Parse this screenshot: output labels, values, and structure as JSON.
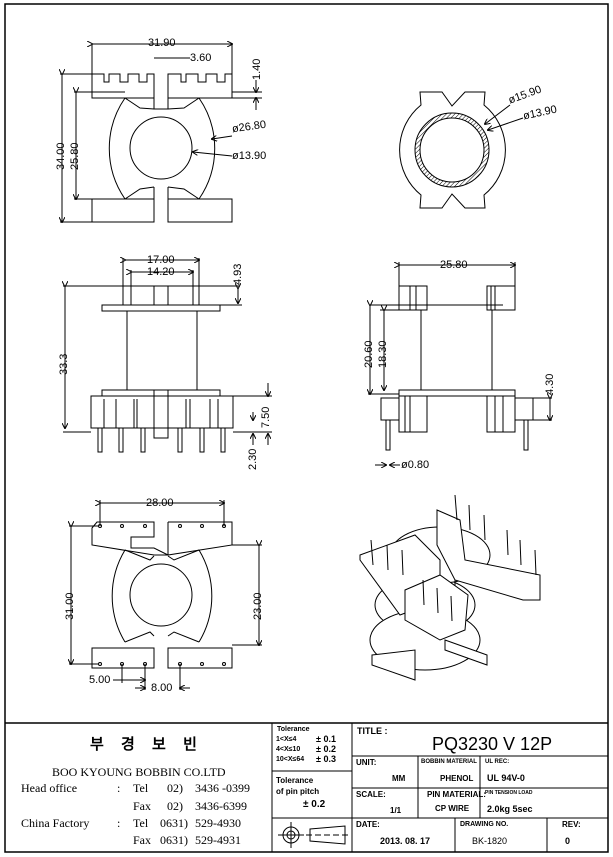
{
  "drawing": {
    "title_label": "TITLE :",
    "title": "PQ3230 V 12P",
    "company": {
      "korean_name": "부 경 보 빈",
      "english_name": "BOO KYOUNG BOBBIN CO.LTD",
      "contacts": [
        {
          "office": "Head office",
          "sep": ":",
          "type": "Tel",
          "area": "02)",
          "number": "3436 -0399"
        },
        {
          "office": "",
          "sep": "",
          "type": "Fax",
          "area": "02)",
          "number": "3436-6399"
        },
        {
          "office": "China Factory",
          "sep": ":",
          "type": "Tel",
          "area": "0631)",
          "number": "529-4930"
        },
        {
          "office": "",
          "sep": "",
          "type": "Fax",
          "area": "0631)",
          "number": "529-4931"
        }
      ]
    },
    "tolerance": {
      "heading": "Tolerance",
      "rows": [
        {
          "range": "1<X≤4",
          "value": "± 0.1"
        },
        {
          "range": "4<X≤10",
          "value": "± 0.2"
        },
        {
          "range": "10<X≤64",
          "value": "± 0.3"
        }
      ],
      "pin_pitch_heading_1": "Tolerance",
      "pin_pitch_heading_2": "of pin pitch",
      "pin_pitch_value": "± 0.2"
    },
    "fields": {
      "unit_label": "UNIT:",
      "unit_value": "MM",
      "bobbin_material_label": "BOBBIN MATERIAL",
      "bobbin_material_value": "PHENOL",
      "ul_rec_label": "UL REC:",
      "ul_rec_value": "UL 94V-0",
      "scale_label": "SCALE:",
      "scale_value": "1/1",
      "pin_material_label": "PIN MATERIAL:",
      "pin_material_value": "CP WIRE",
      "pin_tension_label": "PIN TENSION LOAD",
      "pin_tension_value": "2.0kg 5sec",
      "date_label": "DATE:",
      "date_value": "2013. 08. 17",
      "drawing_no_label": "DRAWING NO.",
      "drawing_no_value": "BK-1820",
      "rev_label": "REV:",
      "rev_value": "0"
    },
    "dimensions": {
      "top_view": {
        "width": "31.90",
        "slot": "3.60",
        "flange": "1.40",
        "height": "34.00",
        "inner_height": "25.80",
        "outer_dia": "ø26.80",
        "inner_dia": "ø13.90"
      },
      "section_view": {
        "outer_dia": "ø15.90",
        "inner_dia": "ø13.90"
      },
      "front_view": {
        "top_width": "17.00",
        "inner_width": "14.20",
        "top_height": "4.93",
        "total_height": "33.3",
        "base_height": "7.50",
        "pin_len": "2.30"
      },
      "side_view": {
        "width": "25.80",
        "outer": "20.60",
        "inner": "18.30",
        "pin_offset": "4.30",
        "pin_dia": "ø0.80"
      },
      "bottom_view": {
        "pin_span": "28.00",
        "height": "31.00",
        "inner": "23.00",
        "pitch_a": "5.00",
        "pitch_b": "8.00"
      }
    }
  }
}
